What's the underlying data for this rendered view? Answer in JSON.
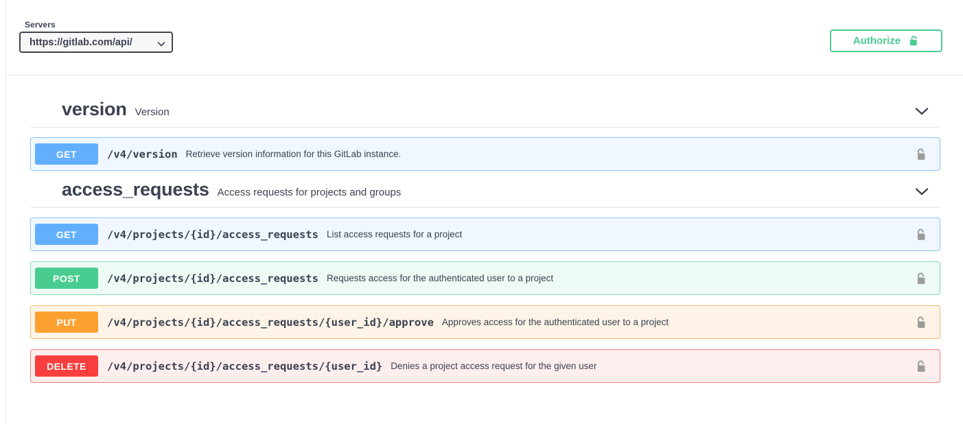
{
  "topbar": {
    "servers_label": "Servers",
    "server_value": "https://gitlab.com/api/",
    "server_caret_icon": "chevron-down-icon",
    "authorize_label": "Authorize",
    "authorize_icon": "lock-open-icon"
  },
  "sections": [
    {
      "name": "version",
      "description": "Version",
      "chevron_icon": "chevron-down-icon",
      "operations": [
        {
          "method": "GET",
          "method_key": "get",
          "path": "/v4/version",
          "summary": "Retrieve version information for this GitLab instance.",
          "lock_icon": "lock-open-icon"
        }
      ]
    },
    {
      "name": "access_requests",
      "description": "Access requests for projects and groups",
      "chevron_icon": "chevron-down-icon",
      "operations": [
        {
          "method": "GET",
          "method_key": "get",
          "path": "/v4/projects/{id}/access_requests",
          "summary": "List access requests for a project",
          "lock_icon": "lock-open-icon"
        },
        {
          "method": "POST",
          "method_key": "post",
          "path": "/v4/projects/{id}/access_requests",
          "summary": "Requests access for the authenticated user to a project",
          "lock_icon": "lock-open-icon"
        },
        {
          "method": "PUT",
          "method_key": "put",
          "path": "/v4/projects/{id}/access_requests/{user_id}/approve",
          "summary": "Approves access for the authenticated user to a project",
          "lock_icon": "lock-open-icon"
        },
        {
          "method": "DELETE",
          "method_key": "delete",
          "path": "/v4/projects/{id}/access_requests/{user_id}",
          "summary": "Denies a project access request for the given user",
          "lock_icon": "lock-open-icon"
        }
      ]
    }
  ],
  "colors": {
    "get": "#61affe",
    "post": "#49cc90",
    "put": "#fca130",
    "delete": "#f93e3e",
    "authorize_green": "#49cc90",
    "text_dark": "#3b4151"
  }
}
